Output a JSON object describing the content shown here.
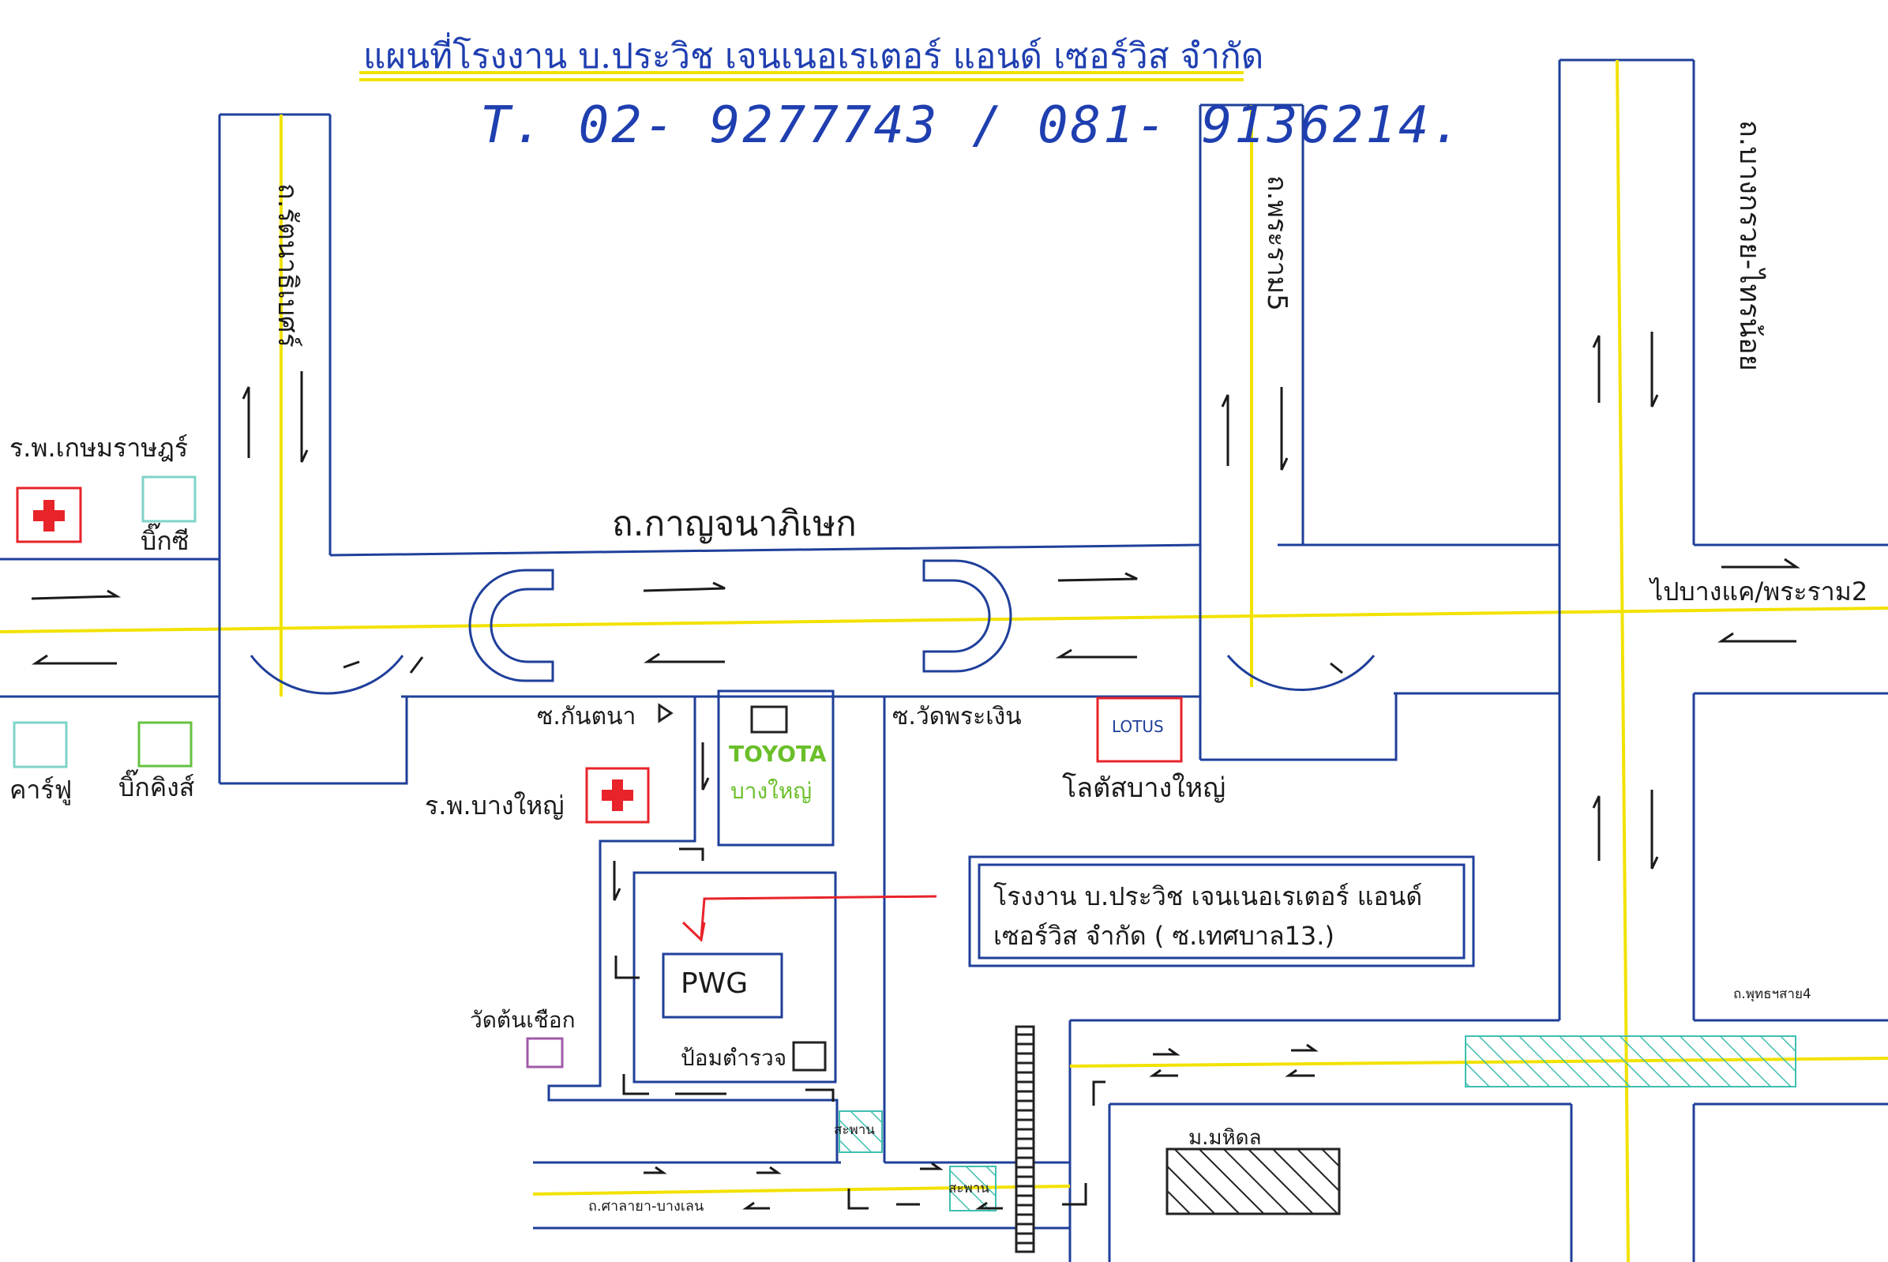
{
  "title": "แผนที่โรงงาน บ.ประวิช เจนเนอเรเตอร์ แอนด์ เซอร์วิส จำกัด",
  "phone": "T. 02- 9277743 / 081- 9136214.",
  "roads": {
    "main": "ถ.กาญจนาภิเษก",
    "left_vertical": "ถ.รัตนาธิเบศร์",
    "mid_vertical": "ถ.พระราม5",
    "right_vertical": "ถ.บางกรวย-ไทรน้อย",
    "salaya": "ถ.ศาลายา-บางเลน",
    "phutthamonthon": "ถ.พุทธฯสาย4",
    "to_bangkhae": "ไปบางแค/พระราม2",
    "soi_kantana": "ซ.กันตนา",
    "soi_wat": "ซ.วัดพระเงิน"
  },
  "places": {
    "hospital_kasem": "ร.พ.เกษมราษฎร์",
    "bigc": "บิ๊กซี",
    "carrefour": "คาร์ฟู",
    "bigking": "บิ๊กคิงส์",
    "hospital_bangyai": "ร.พ.บางใหญ่",
    "toyota": "TOYOTA",
    "toyota_sub": "บางใหญ่",
    "lotus_box": "LOTUS",
    "lotus": "โลตัสบางใหญ่",
    "pwg": "PWG",
    "police": "ป้อมตำรวจ",
    "wat": "วัดต้นเชือก",
    "mahidol": "ม.มหิดล",
    "bridge": "สะพาน",
    "bridge2": "สะพาน"
  },
  "factory_note": {
    "line1": "โรงงาน บ.ประวิช เจนเนอเรเตอร์ แอนด์",
    "line2": "เซอร์วิส จำกัด ( ซ.เทศบาล13.)"
  },
  "colors": {
    "road_border": "#1f3f9a",
    "center_line": "#f2e200",
    "title": "#1f3fb0",
    "hospital_red": "#e8232a",
    "bigc_teal": "#7fd3c8",
    "bigking_green": "#66c240",
    "toyota_green": "#6bbf2a",
    "pointer_red": "#e8232a",
    "wat_purple": "#a05aa8"
  }
}
